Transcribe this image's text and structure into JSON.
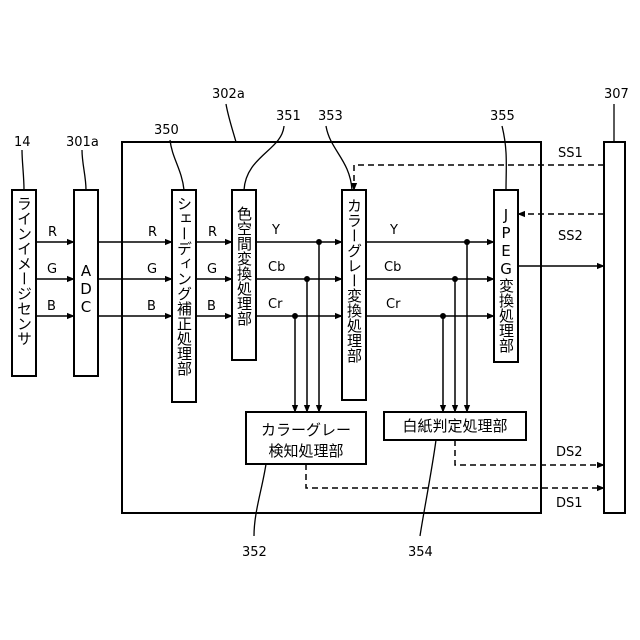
{
  "refs": {
    "sensor": "14",
    "adc": "301a",
    "block": "302a",
    "shading": "350",
    "colorspace": "351",
    "colorgray_conv": "353",
    "jpeg": "355",
    "host": "307",
    "colorgray_detect": "352",
    "whitepaper": "354"
  },
  "blocks": {
    "sensor": "ラインイメージセンサ",
    "adc": "ADC",
    "shading": "シェーディング補正処理部",
    "colorspace": "色空間変換処理部",
    "colorgray_conv": "カラーグレー変換処理部",
    "jpeg": "JPEG変換処理部",
    "colorgray_detect_1": "カラーグレー",
    "colorgray_detect_2": "検知処理部",
    "whitepaper": "白紙判定処理部"
  },
  "signals": {
    "r": "R",
    "g": "G",
    "b": "B",
    "y": "Y",
    "cb": "Cb",
    "cr": "Cr",
    "ss1": "SS1",
    "ss2": "SS2",
    "ds1": "DS1",
    "ds2": "DS2"
  }
}
